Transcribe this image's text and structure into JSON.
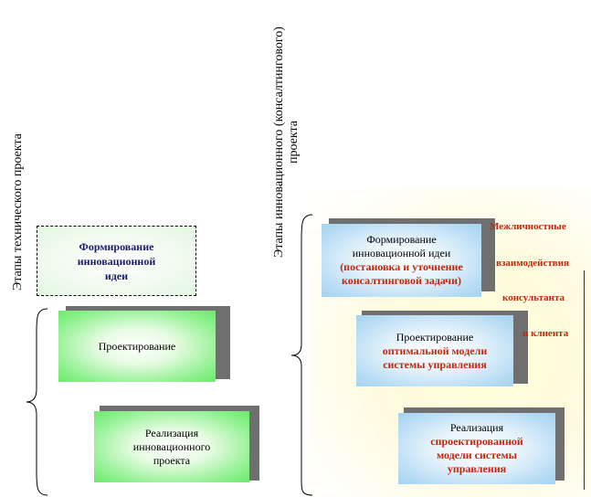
{
  "tech_stages_label": "Этапы технического проекта",
  "innov_stages_label": [
    "Этапы инновационного (консалтингового)",
    "проекта"
  ],
  "tech_boxes": {
    "idea": [
      "Формирование",
      "инновационной",
      "идеи"
    ],
    "design": [
      "Проектирование"
    ],
    "impl": [
      "Реализация",
      "инновационного",
      "проекта"
    ]
  },
  "innov_boxes": {
    "idea": {
      "black": [
        "Формирование",
        "инновационной идеи"
      ],
      "red": [
        "(постановка и уточнение",
        "консалтинговой задачи)"
      ]
    },
    "design": {
      "black": [
        "Проектирование"
      ],
      "red": [
        "оптимальной  модели",
        "системы управления"
      ]
    },
    "impl": {
      "black": [
        "Реализация"
      ],
      "red": [
        "спроектированной",
        "модели системы",
        "управления"
      ]
    }
  },
  "interactions": [
    "Межличностные",
    "взаимодействия",
    "консультанта",
    "и клиента"
  ],
  "colors": {
    "accent_red": "#c0280e",
    "green": "#6ee86e",
    "blue": "#a4d2f0",
    "shadow": "#6f6f6f"
  }
}
